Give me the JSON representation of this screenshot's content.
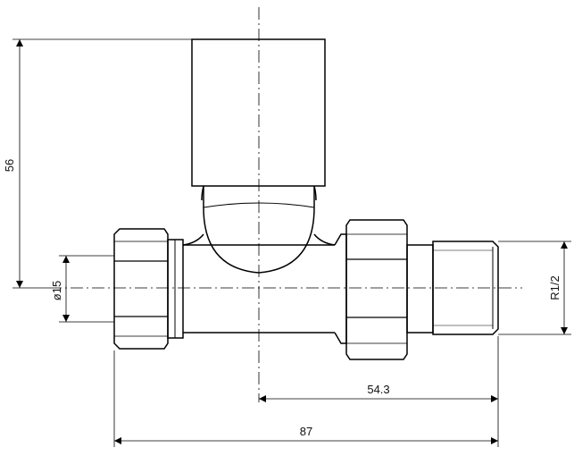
{
  "drawing": {
    "stroke_color": "#000000",
    "background": "#ffffff",
    "dimensions": {
      "height_valve": "56",
      "pipe_diameter": "ø15",
      "outlet_offset": "54.3",
      "overall_length": "87",
      "thread": "R1/2"
    }
  }
}
